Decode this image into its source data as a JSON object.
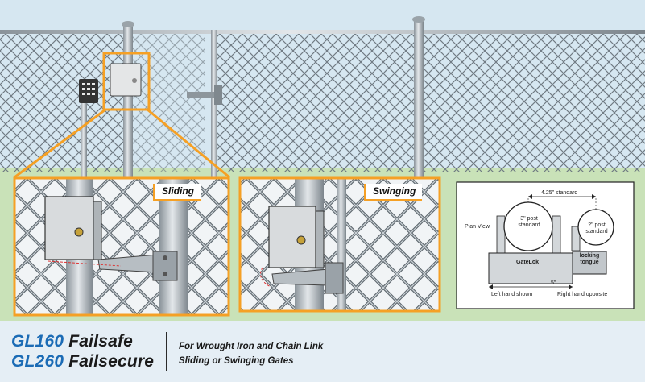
{
  "insets": {
    "sliding_label": "Sliding",
    "swinging_label": "Swinging"
  },
  "plan_view": {
    "title": "Plan View",
    "dimension_top": "4.25\" standard",
    "post_3": "3\" post standard",
    "post_2": "2\" post standard",
    "unit_label": "GateLok",
    "tongue_label": "locking tongue",
    "dimension_bottom": "5\"",
    "left_note": "Left hand shown",
    "right_note": "Right hand opposite"
  },
  "caption": {
    "model1_code": "GL160",
    "model1_name": "Failsafe",
    "model2_code": "GL260",
    "model2_name": "Failsecure",
    "line1": "For Wrought Iron and Chain Link",
    "line2": "Sliding or Swinging Gates"
  },
  "colors": {
    "accent_orange": "#f5a025",
    "brand_blue": "#1b6bb5",
    "sky": "#d6e7f1",
    "grass": "#c9e2b8"
  }
}
